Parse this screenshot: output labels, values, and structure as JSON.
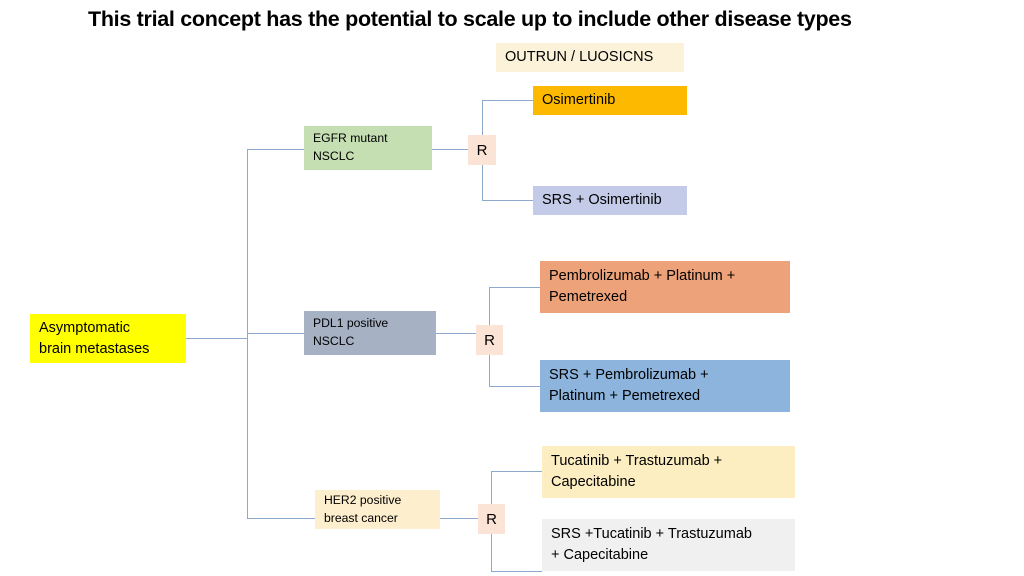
{
  "slide": {
    "title": "This trial concept has the potential to scale up to include other disease types",
    "background": "#ffffff"
  },
  "study_label": {
    "text": "OUTRUN / LUOSICNS",
    "fill": "#fbf2d9"
  },
  "population": {
    "label": "Asymptomatic\nbrain metastases",
    "line1": "Asymptomatic",
    "line2": "brain metastases",
    "fill": "#ffff00"
  },
  "cohorts": [
    {
      "id": "egfr",
      "line1": "EGFR mutant",
      "line2": "NSCLC",
      "fill": "#c5dfb3",
      "randomization": "R",
      "arms": [
        {
          "line1": "Osimertinib",
          "line2": "",
          "fill": "#fcb900"
        },
        {
          "line1": "SRS + Osimertinib",
          "line2": "",
          "fill": "#c3cbe8"
        }
      ]
    },
    {
      "id": "pdl1",
      "line1": "PDL1 positive",
      "line2": "NSCLC",
      "fill": "#a6b1c4",
      "randomization": "R",
      "arms": [
        {
          "line1": "Pembrolizumab + Platinum +",
          "line2": "Pemetrexed",
          "fill": "#eda27a"
        },
        {
          "line1": "SRS + Pembrolizumab +",
          "line2": "Platinum + Pemetrexed",
          "fill": "#8cb4dc"
        }
      ]
    },
    {
      "id": "her2",
      "line1": "HER2 positive",
      "line2": "breast cancer",
      "fill": "#fdeecd",
      "randomization": "R",
      "arms": [
        {
          "line1": "Tucatinib + Trastuzumab +",
          "line2": "Capecitabine",
          "fill": "#fdeec2"
        },
        {
          "line1": "SRS +Tucatinib + Trastuzumab",
          "line2": "+ Capecitabine",
          "fill": "#f0f0f0"
        }
      ]
    }
  ],
  "colors": {
    "connector": "#8ea9ce",
    "randomization_fill": "#fbe3d5",
    "text": "#000000"
  }
}
